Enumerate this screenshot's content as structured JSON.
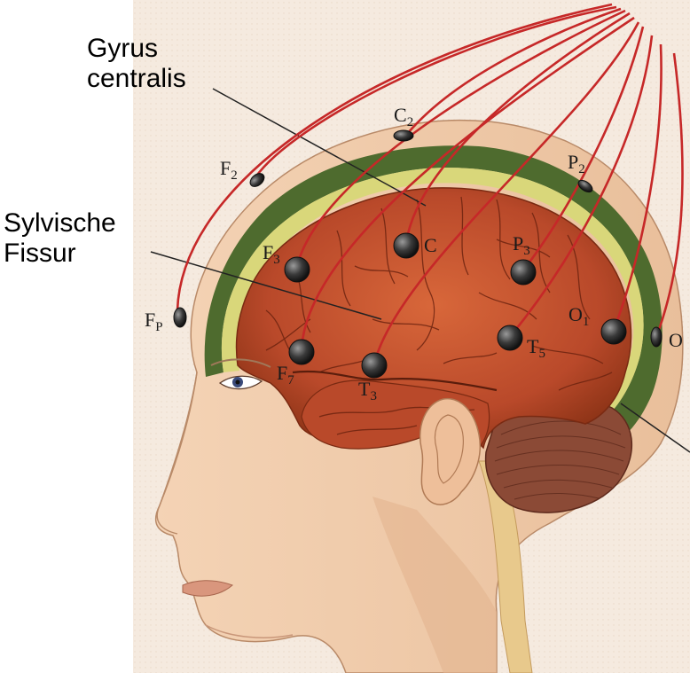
{
  "callouts": {
    "gyrus_line1": "Gyrus",
    "gyrus_line2": "centralis",
    "sylvian_line1": "Sylvische",
    "sylvian_line2": "Fissur"
  },
  "electrodes": {
    "fp": {
      "main": "F",
      "sub": "P"
    },
    "f2": {
      "main": "F",
      "sub": "2"
    },
    "c2": {
      "main": "C",
      "sub": "2"
    },
    "p2": {
      "main": "P",
      "sub": "2"
    },
    "f3": {
      "main": "F",
      "sub": "3"
    },
    "c": {
      "main": "C",
      "sub": ""
    },
    "p3": {
      "main": "P",
      "sub": "3"
    },
    "f7": {
      "main": "F",
      "sub": "7"
    },
    "t3": {
      "main": "T",
      "sub": "3"
    },
    "t5": {
      "main": "T",
      "sub": "5"
    },
    "o1": {
      "main": "O",
      "sub": "1"
    },
    "o": {
      "main": "O",
      "sub": ""
    }
  },
  "colors": {
    "skin": "#f1ccaa",
    "skin_shadow": "#dca883",
    "brain": "#c0522d",
    "brain_dark": "#8e3417",
    "meninges": "#4e6b2e",
    "csf_layer": "#d9d77a",
    "wire": "#c62828",
    "electrode": "#333333",
    "cerebellum": "#8b4a36",
    "spine": "#e8c98c"
  }
}
